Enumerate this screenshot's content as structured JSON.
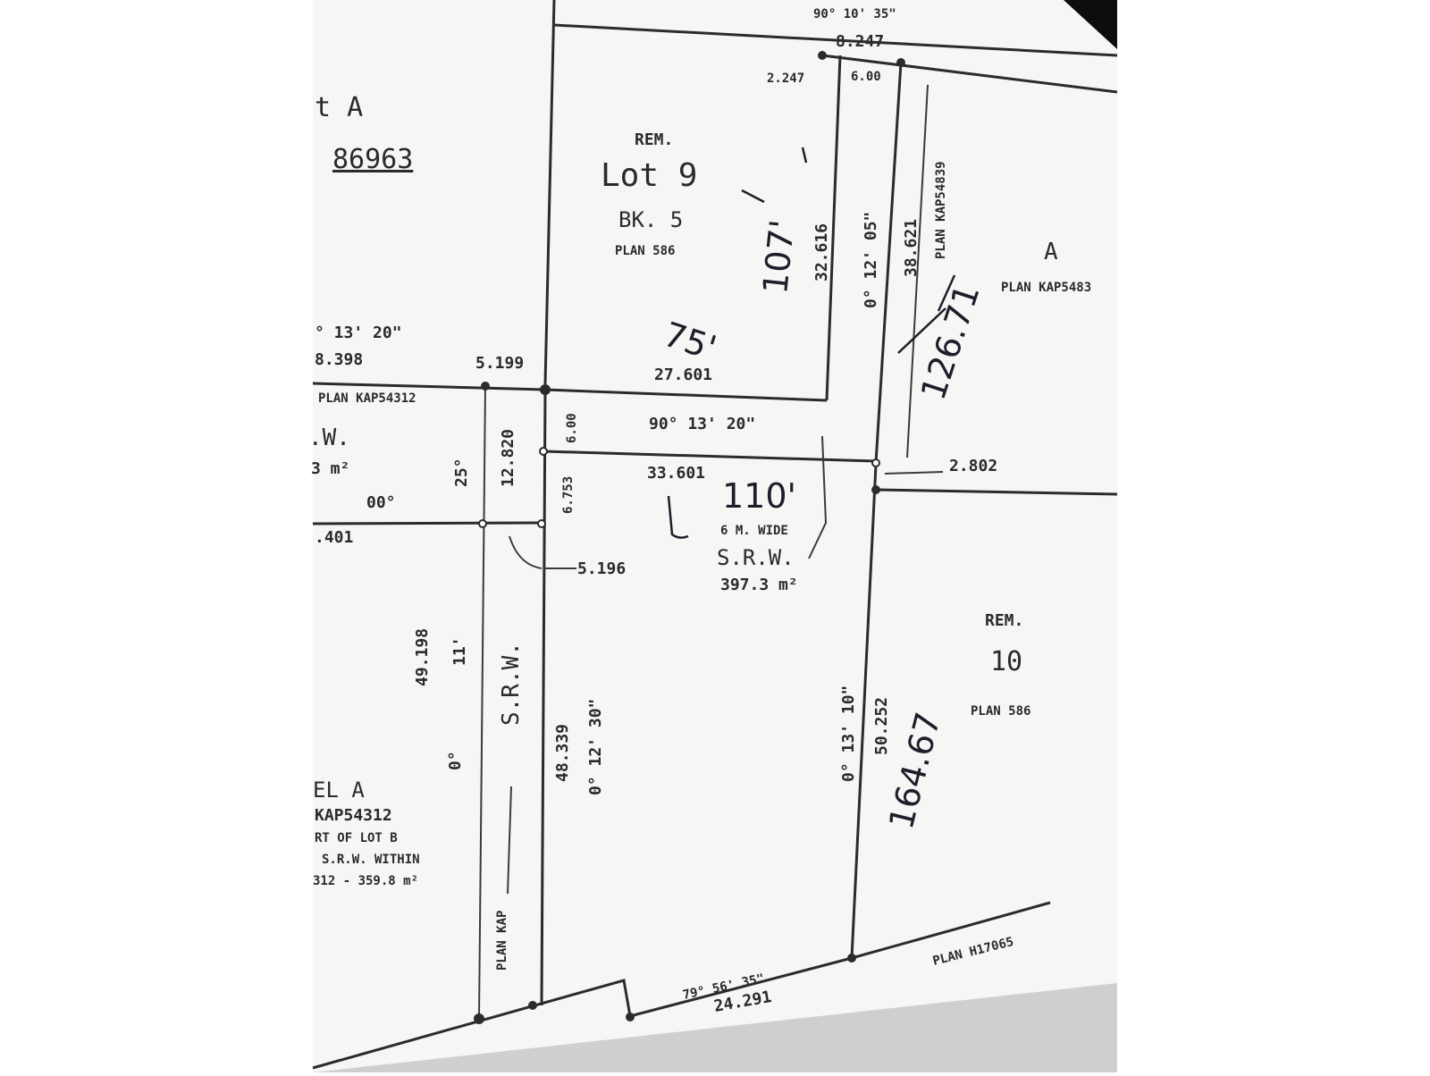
{
  "labels": {
    "lot_a_top": "t A",
    "plan_86963": "86963",
    "rem_top": "REM.",
    "lot9": "Lot 9",
    "bk5": "BK. 5",
    "plan586_top": "PLAN 586",
    "d_90_10_35": "90° 10' 35\"",
    "d_8247": "8.247",
    "d_2247": "2.247",
    "d_600_top": "6.00",
    "d_32616": "32.616",
    "a_0_12_05": "0° 12' 05\"",
    "d_38621": "38.621",
    "plan_kap4839": "PLAN KAP54839",
    "lot_a_right": "A",
    "plan_kap5483": "PLAN KAP5483",
    "a_13_20_left": "° 13' 20\"",
    "d_8398": "8.398",
    "d_5199": "5.199",
    "d_27601": "27.601",
    "plan_kap54312_left": "PLAN KAP54312",
    "a_90_13_20": "90° 13' 20\"",
    "d_600_mid": "6.00",
    "srw_left": ".W.",
    "area_left": "3 m²",
    "a_00": "00°",
    "a_25": "25°",
    "d_12820": "12.820",
    "d_6753": "6.753",
    "d_33601": "33.601",
    "d_2802": "2.802",
    "d_401": ".401",
    "six_m_wide": "6 M. WIDE",
    "srw_mid": "S.R.W.",
    "area_mid": "397.3 m²",
    "d_5196": "5.196",
    "rem_right": "REM.",
    "lot10": "10",
    "plan586_right": "PLAN 586",
    "d_49198": "49.198",
    "a_11": "11'",
    "a_0_left": "0°",
    "srw_vertical": "S.R.W.",
    "d_48339": "48.339",
    "a_0_12_30": "0° 12' 30\"",
    "a_0_13_10": "0° 13' 10\"",
    "d_50252": "50.252",
    "parcel_a": "EL A",
    "kap54312": "KAP54312",
    "part_lot_b": "RT OF LOT B",
    "srw_within": "S.R.W. WITHIN",
    "within_area": "312 - 359.8 m²",
    "plan_kap_vertical": "PLAN KAP",
    "a_79_56_35": "79° 56' 35\"",
    "d_24291": "24.291",
    "plan_h17065": "PLAN H17065"
  },
  "handwritten": {
    "d_107": "107'",
    "d_75": "75'",
    "d_126": "126.71",
    "d_110": "110'",
    "d_164": "164.67"
  },
  "colors": {
    "ink": "#1e1e2a",
    "paper": "#f6f6f4",
    "screen_edge": "#0d0d0d"
  }
}
